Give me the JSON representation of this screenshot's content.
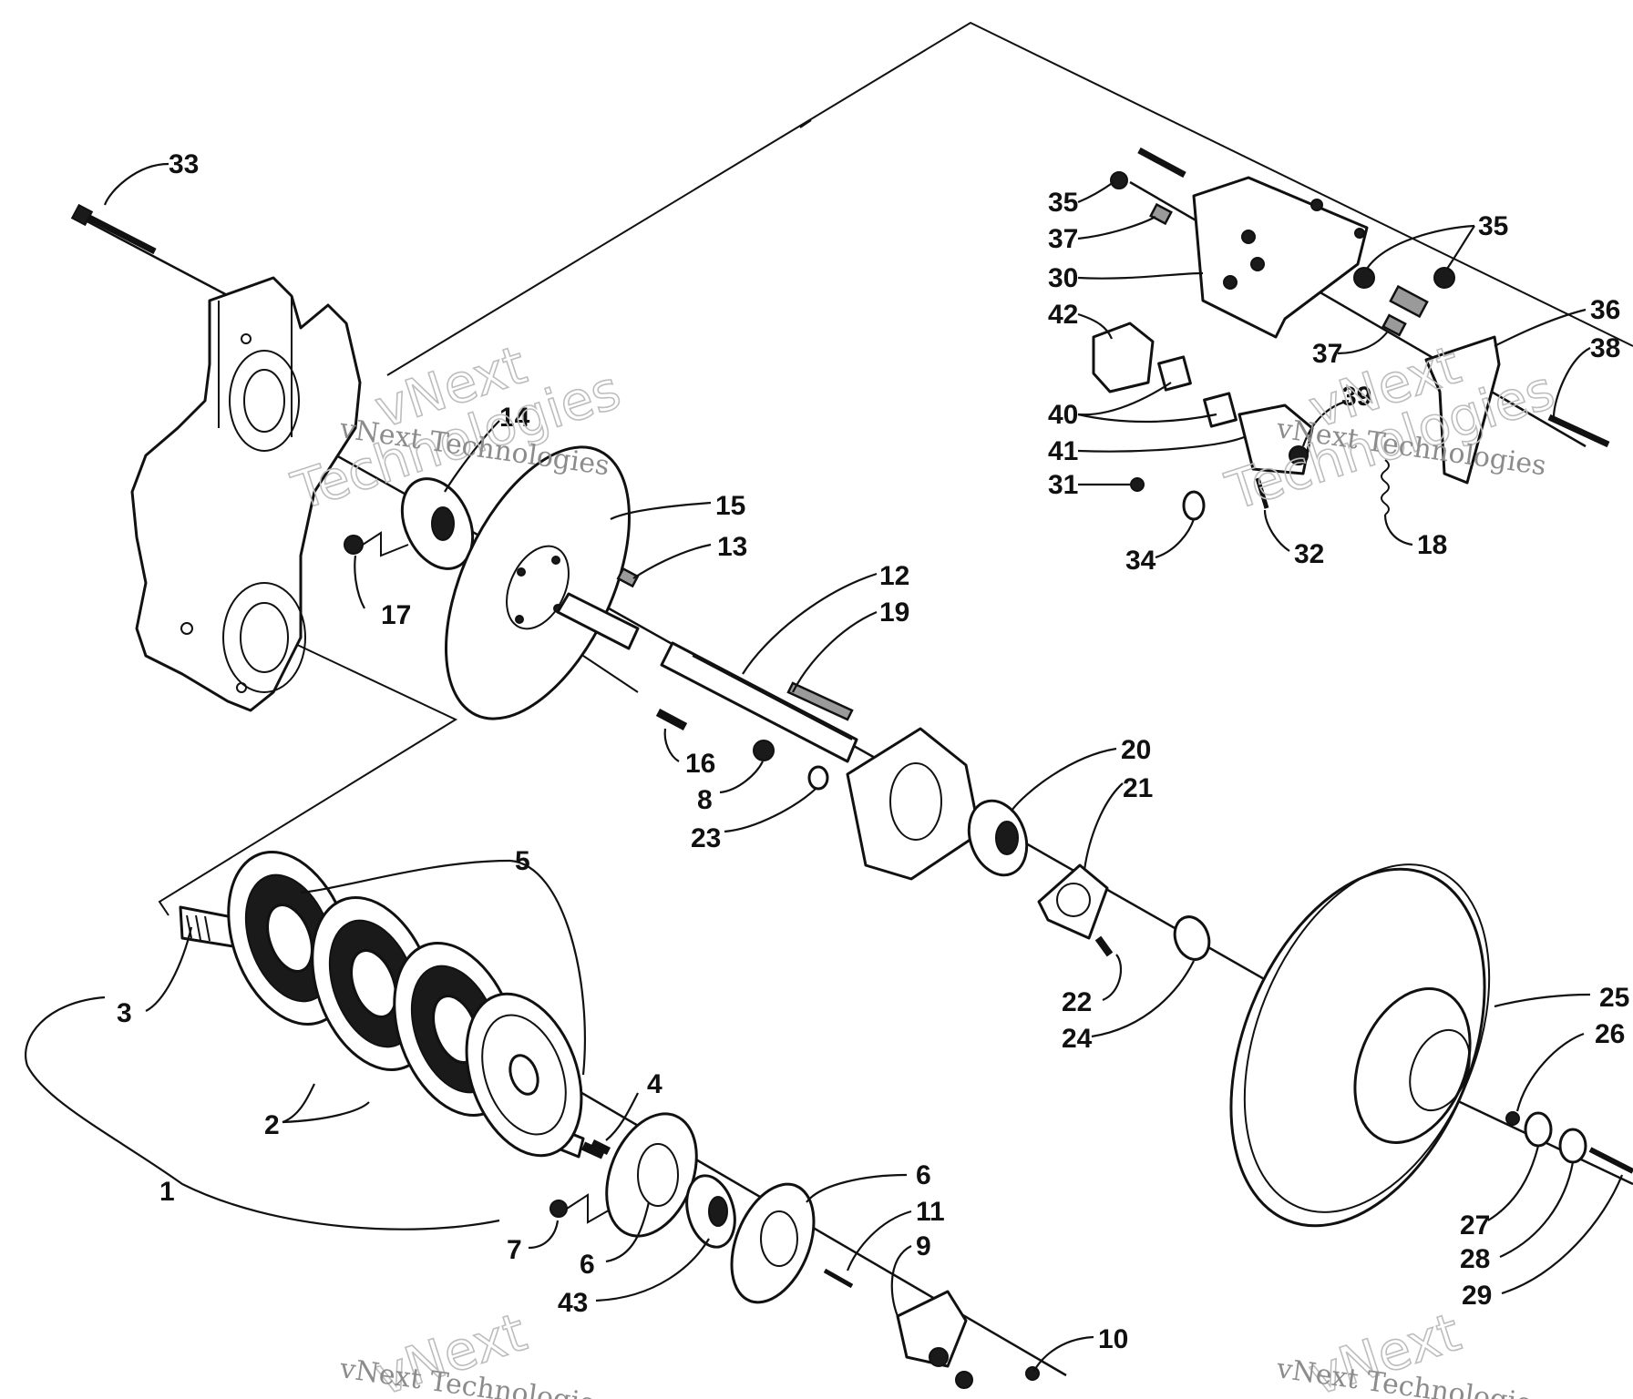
{
  "watermark": {
    "line1": "vNext",
    "line2": "Technologies",
    "line_full": "vNext Technologies"
  },
  "callouts": [
    "1",
    "2",
    "3",
    "4",
    "5",
    "6",
    "7",
    "8",
    "9",
    "10",
    "11",
    "12",
    "13",
    "14",
    "15",
    "16",
    "17",
    "18",
    "19",
    "20",
    "21",
    "22",
    "23",
    "24",
    "25",
    "26",
    "27",
    "28",
    "29",
    "30",
    "31",
    "32",
    "33",
    "34",
    "35",
    "36",
    "37",
    "38",
    "39",
    "40",
    "41",
    "42",
    "43"
  ],
  "colors": {
    "ink": "#111111",
    "watermark": "#bdbdbd",
    "paper": "#ffffff"
  }
}
